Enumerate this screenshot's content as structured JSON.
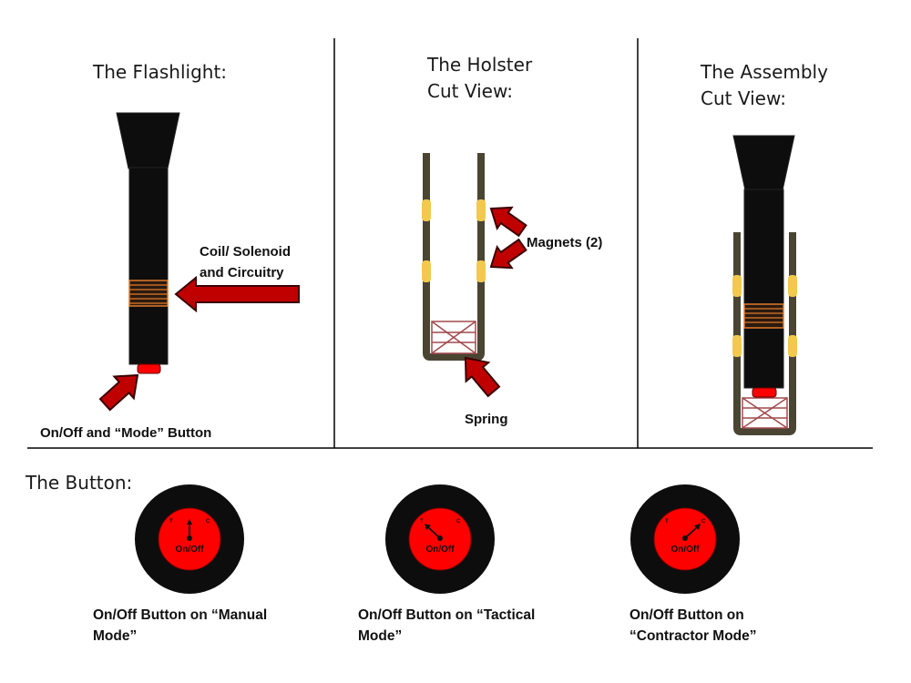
{
  "panels": {
    "flashlight": {
      "title": "The Flashlight:",
      "coil_label_line1": "Coil/ Solenoid",
      "coil_label_line2": "and Circuitry",
      "button_label": "On/Off and “Mode” Button"
    },
    "holster": {
      "title_line1": "The Holster",
      "title_line2": "Cut View:",
      "magnets_label": "Magnets (2)",
      "spring_label": "Spring"
    },
    "assembly": {
      "title_line1": "The Assembly",
      "title_line2": "Cut View:"
    }
  },
  "button_section": {
    "title": "The Button:",
    "dial_text": "On/Off",
    "letter_left": "T",
    "letter_right": "C",
    "dials": [
      {
        "mode": "manual",
        "caption_line1": "On/Off  Button on “Manual",
        "caption_line2": "Mode”"
      },
      {
        "mode": "tactical",
        "caption_line1": "On/Off  Button on “Tactical",
        "caption_line2": "Mode”"
      },
      {
        "mode": "contractor",
        "caption_line1": "On/Off  Button on",
        "caption_line2": "“Contractor  Mode”"
      }
    ]
  },
  "colors": {
    "body": "#0d0d0d",
    "red": "#ff0000",
    "arrow_fill": "#c00000",
    "arrow_stroke": "#3a0000",
    "coil": "#e07b2a",
    "magnet": "#f2c94c",
    "holster_wall": "#4a4433",
    "spring": "#a0484c"
  }
}
